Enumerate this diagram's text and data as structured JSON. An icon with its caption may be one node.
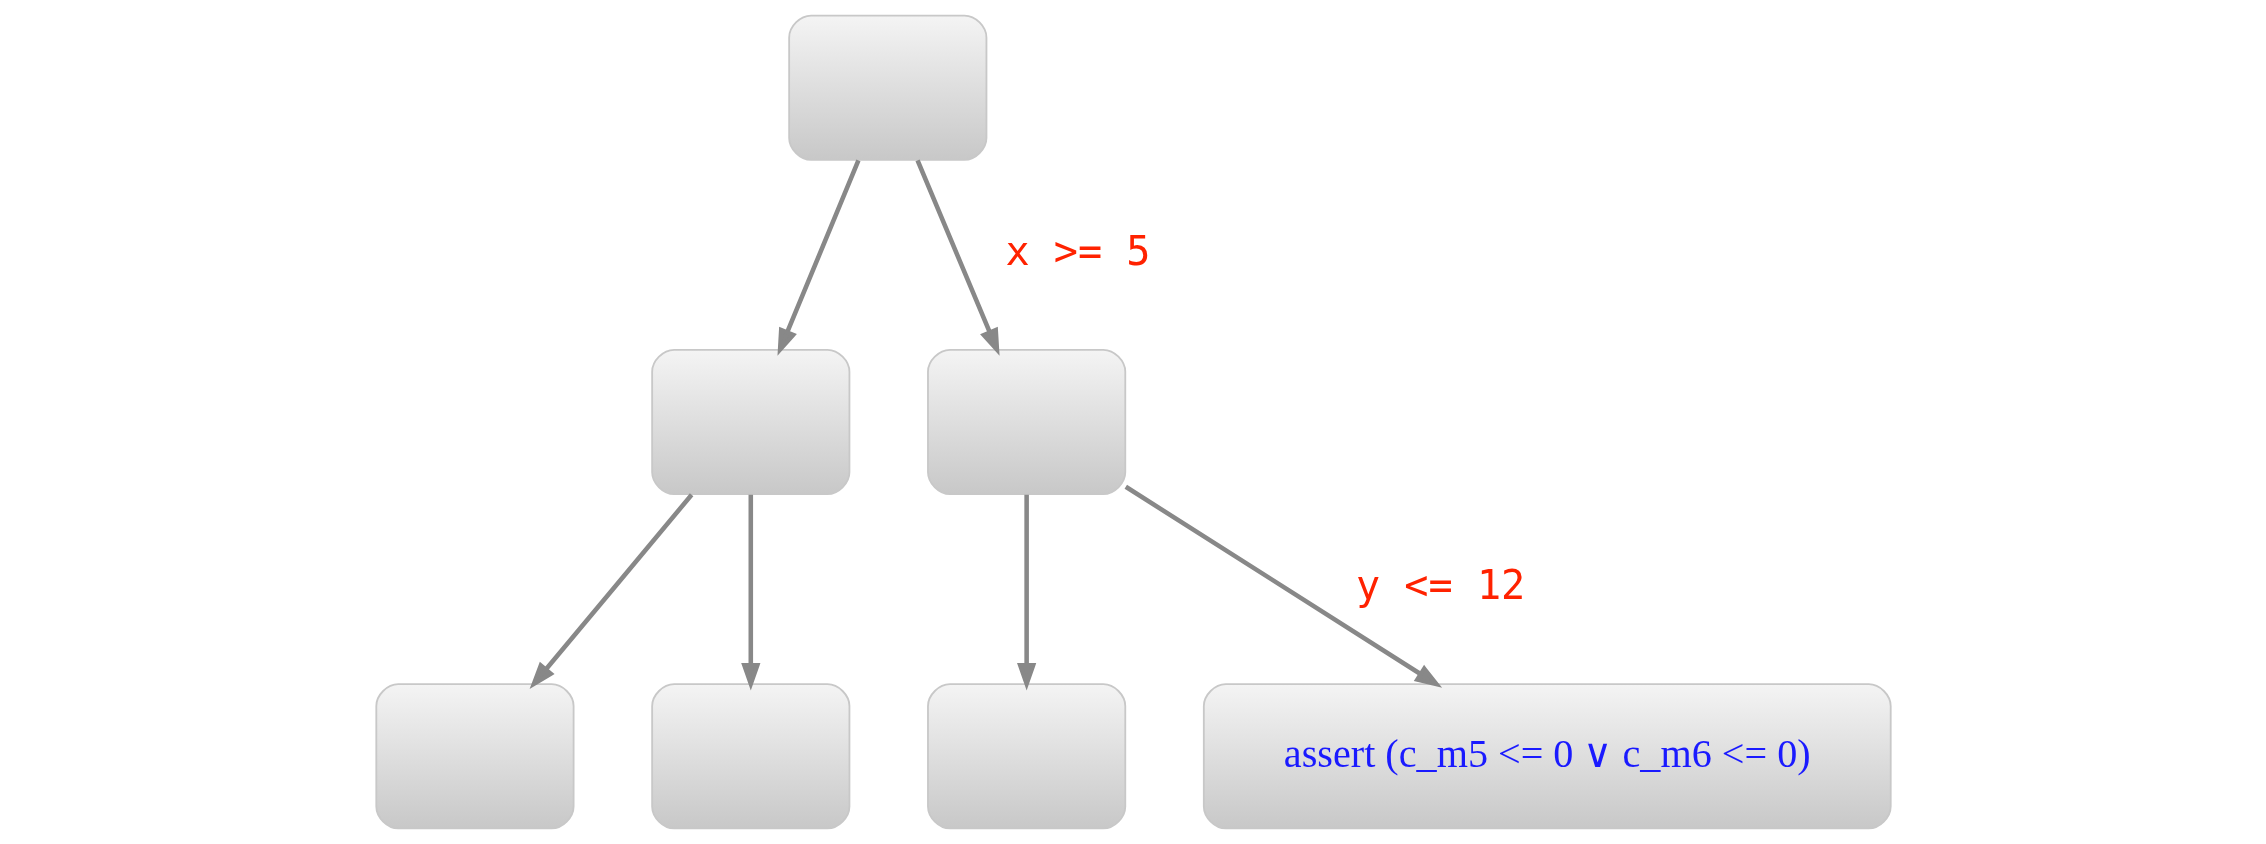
{
  "diagram": {
    "nodes": [
      {
        "text": [],
        "shape": "box"
      },
      {
        "text": [],
        "shape": "box"
      },
      {
        "text": [],
        "shape": "box"
      },
      {
        "text": [],
        "shape": "box"
      },
      {
        "text": [],
        "shape": "box"
      },
      {
        "text": [],
        "shape": "box"
      },
      {
        "text": [
          "assert (c_m5 <= 0 ∨ c_m6 <= 0)"
        ]
      }
    ],
    "edges": [
      {
        "from": 0,
        "to": 1,
        "arrow": "to"
      },
      {
        "from": 0,
        "to": 2,
        "arrow": "to",
        "label": "x >= 5"
      },
      {
        "from": 1,
        "to": 3,
        "arrow": "to"
      },
      {
        "from": 1,
        "to": 4,
        "arrow": "to"
      },
      {
        "from": 2,
        "to": 5,
        "arrow": "to"
      },
      {
        "from": 2,
        "to": 6,
        "arrow": "to",
        "label": "y <= 12"
      }
    ]
  }
}
